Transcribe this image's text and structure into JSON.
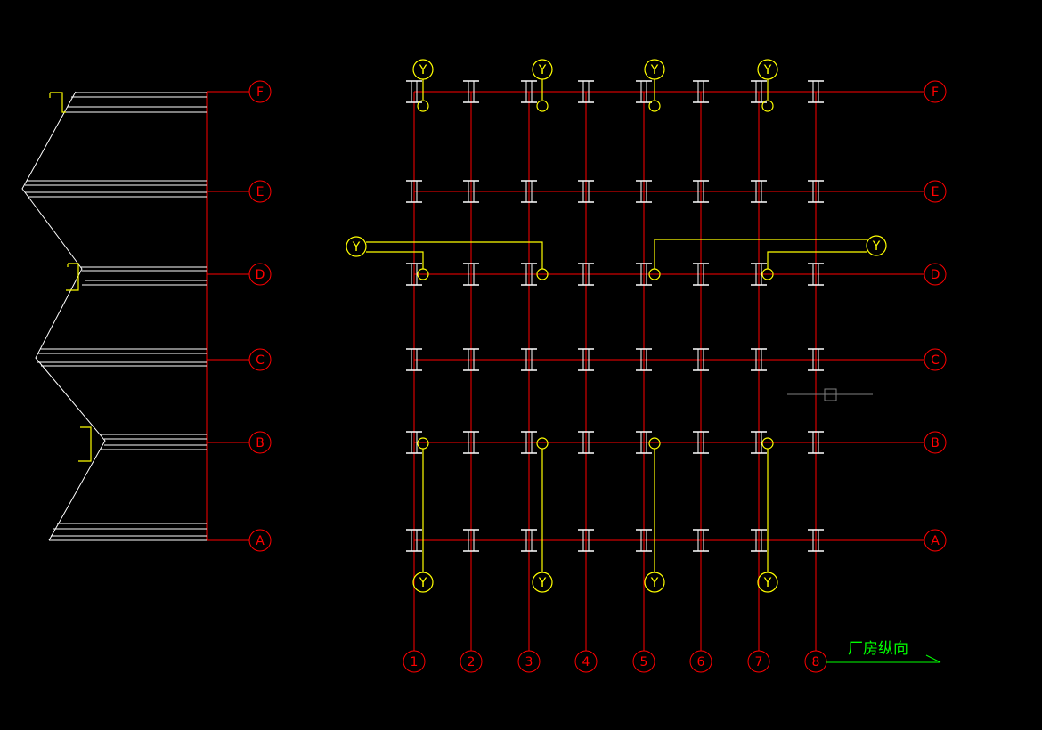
{
  "drawing": {
    "background": "#000000",
    "colors": {
      "grid": "#ff0000",
      "steel": "#ffffff",
      "annotation": "#ffff00",
      "label": "#00ff00",
      "crosshair": "#808080"
    },
    "row_axes": [
      "F",
      "E",
      "D",
      "C",
      "B",
      "A"
    ],
    "column_axes": [
      "1",
      "2",
      "3",
      "4",
      "5",
      "6",
      "7",
      "8"
    ],
    "marker_label": "Y",
    "direction_label": "厂房纵向"
  }
}
